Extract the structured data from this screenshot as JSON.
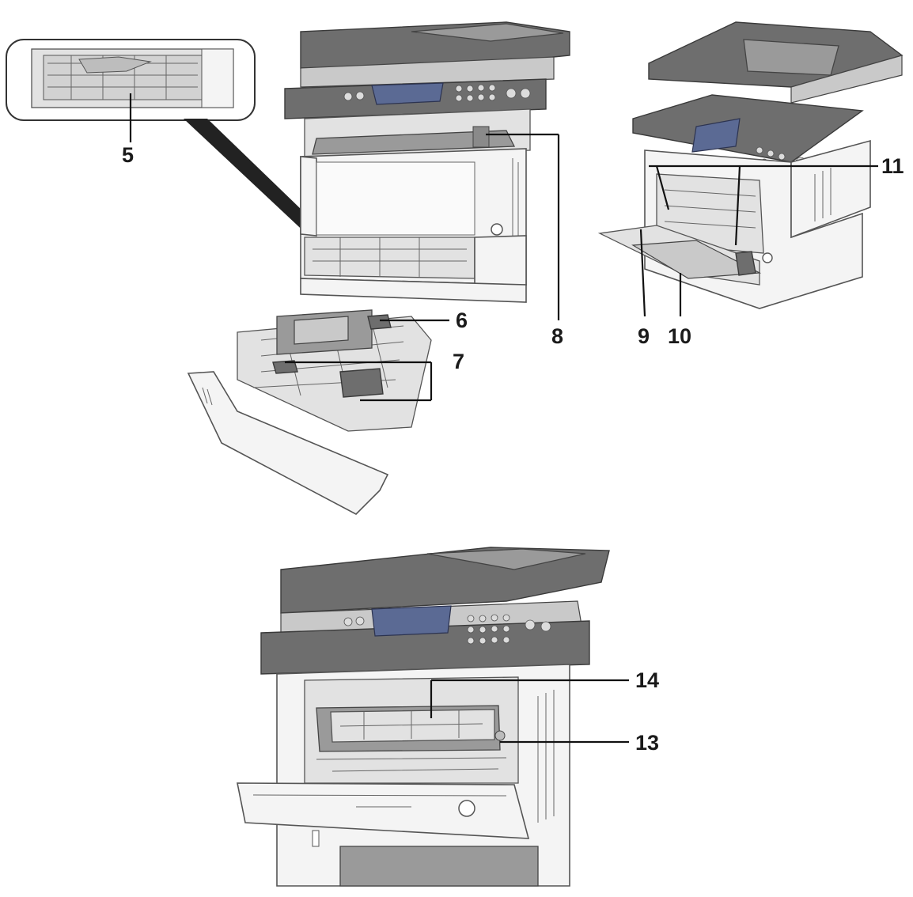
{
  "callouts": {
    "c5": "5",
    "c6": "6",
    "c7": "7",
    "c8": "8",
    "c9": "9",
    "c10": "10",
    "c11": "11",
    "c13": "13",
    "c14": "14"
  },
  "colors": {
    "body": "#f4f4f4",
    "dark_gray": "#6e6e6e",
    "screen": "#5b6a94",
    "leader": "#111111"
  },
  "icons": [
    "printer-front-view",
    "paper-cassette",
    "printer-mp-tray-open",
    "printer-front-cover-open",
    "magnified-inset"
  ]
}
